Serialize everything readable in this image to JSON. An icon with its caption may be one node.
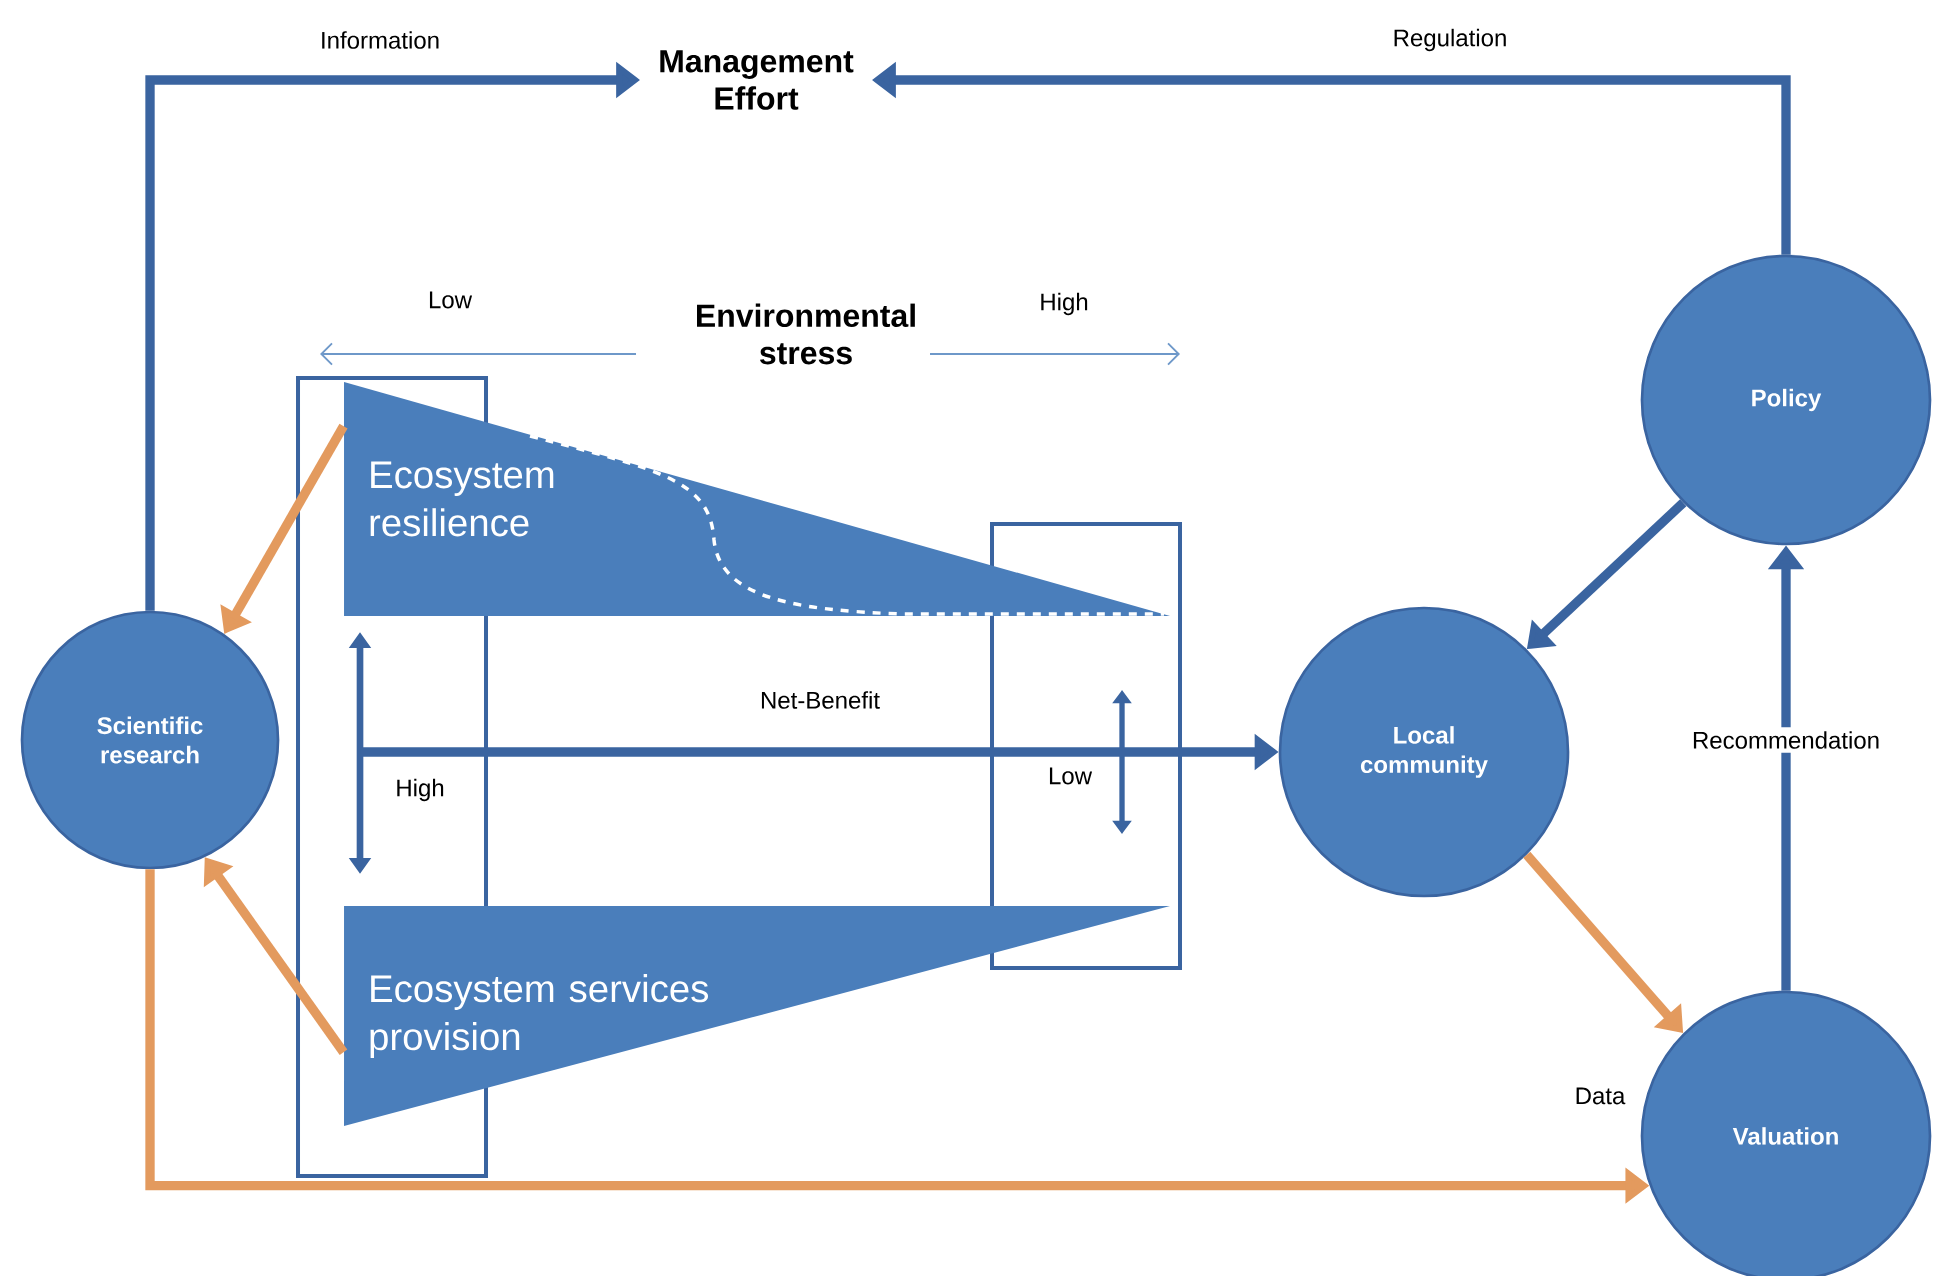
{
  "diagram": {
    "nodes": [
      {
        "text": [
          "Management Effort"
        ]
      },
      {
        "text": [
          "Scientific research"
        ]
      },
      {
        "text": [
          "Policy"
        ]
      },
      {
        "text": [
          "Local community"
        ]
      },
      {
        "text": [
          "Valuation"
        ]
      },
      {
        "text": [
          "Ecosystem resilience"
        ]
      },
      {
        "text": [
          "Ecosystem services provision"
        ]
      }
    ],
    "edges": [
      {
        "from": 1,
        "to": 0,
        "arrow": "to",
        "label": "Information"
      },
      {
        "from": 2,
        "to": 0,
        "arrow": "to",
        "label": "Regulation"
      },
      {
        "from": 5,
        "to": 1,
        "arrow": "to",
        "color": "#e39a5e"
      },
      {
        "from": 6,
        "to": 1,
        "arrow": "to",
        "color": "#e39a5e"
      },
      {
        "from": null,
        "to": 3,
        "arrow": "to",
        "label": "Net-Benefit"
      },
      {
        "from": 2,
        "to": 3,
        "arrow": "to"
      },
      {
        "from": 3,
        "to": 4,
        "arrow": "to",
        "color": "#e39a5e"
      },
      {
        "from": 4,
        "to": 2,
        "arrow": "to",
        "label": "Recommendation"
      },
      {
        "from": 1,
        "to": 4,
        "arrow": "to",
        "color": "#e39a5e",
        "label": "Data"
      }
    ],
    "labels": [
      "Low",
      "Environmental stress",
      "High",
      "High",
      "Low"
    ]
  }
}
